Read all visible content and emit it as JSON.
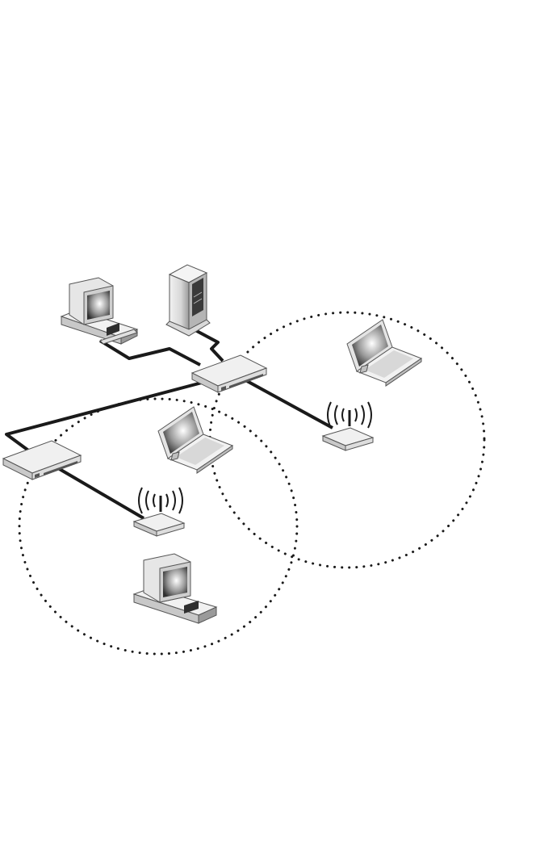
{
  "diagram": {
    "description_visible_text": "",
    "colors": {
      "background": "#ffffff",
      "cable": "#1a1a1a",
      "coverage_dots": "#1a1a1a",
      "device_light": "#eeeeee",
      "device_mid": "#cfcfcf",
      "device_dark": "#8a8a8a",
      "screen_dark": "#3a3a3a"
    },
    "icons": [
      "desktop-computer-icon",
      "tower-server-icon",
      "network-switch-icon",
      "laptop-icon",
      "wireless-access-point-icon"
    ],
    "nodes": [
      {
        "id": "desktop-top",
        "kind": "desktop-computer"
      },
      {
        "id": "server",
        "kind": "tower-server"
      },
      {
        "id": "switch-main",
        "kind": "network-switch"
      },
      {
        "id": "switch-left",
        "kind": "network-switch"
      },
      {
        "id": "ap-right",
        "kind": "wireless-access-point"
      },
      {
        "id": "ap-left",
        "kind": "wireless-access-point"
      },
      {
        "id": "laptop-right",
        "kind": "laptop"
      },
      {
        "id": "laptop-middle",
        "kind": "laptop"
      },
      {
        "id": "desktop-bottom",
        "kind": "desktop-computer"
      }
    ],
    "wired_links": [
      [
        "desktop-top",
        "switch-main"
      ],
      [
        "server",
        "switch-main"
      ],
      [
        "switch-main",
        "switch-left"
      ],
      [
        "switch-main",
        "ap-right"
      ],
      [
        "switch-left",
        "ap-left"
      ]
    ],
    "coverage_areas": [
      {
        "id": "coverage-right",
        "access_point": "ap-right"
      },
      {
        "id": "coverage-left",
        "access_point": "ap-left"
      }
    ]
  }
}
